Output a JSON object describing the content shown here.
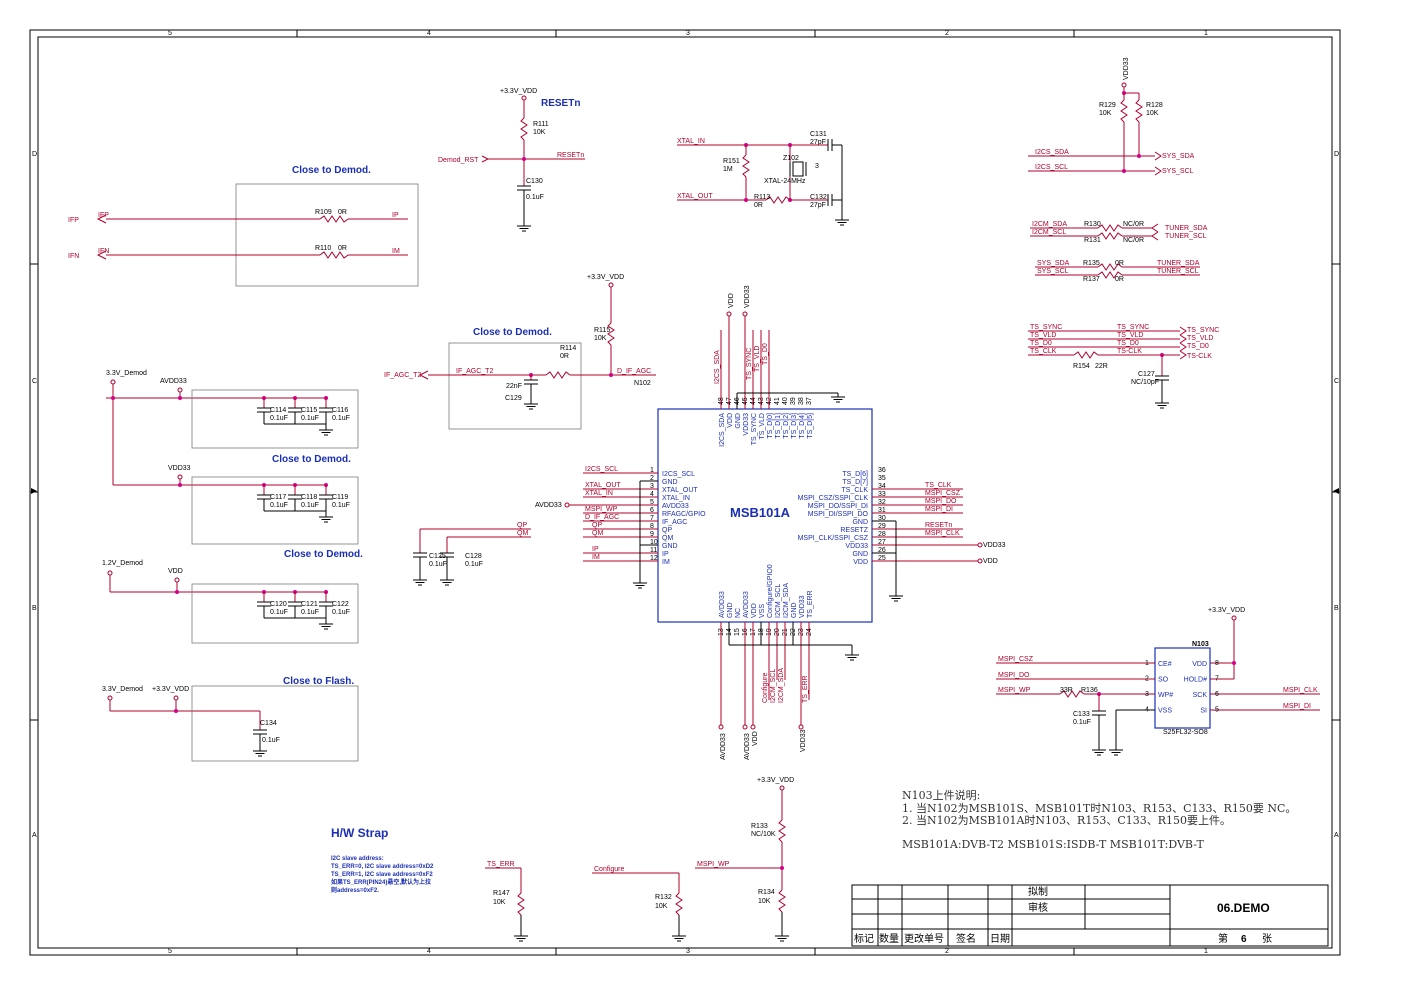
{
  "border": {
    "cols": [
      "5",
      "4",
      "3",
      "2",
      "1"
    ],
    "rows": [
      "D",
      "C",
      "B",
      "A"
    ]
  },
  "titles": {
    "reset": "RESETn",
    "close_demod_1": "Close to Demod.",
    "close_demod_2": "Close to Demod.",
    "close_demod_3": "Close to Demod.",
    "close_demod_4": "Close to Demod.",
    "close_demod_5": "Close to Demod.",
    "close_flash": "Close to Flash.",
    "hw_strap": "H/W Strap"
  },
  "hw_strap_notes": [
    "I2C slave address:",
    "TS_ERR=0, I2C slave address=0xD2",
    "TS_ERR=1, I2C slave address=0xF2",
    "如果TS_ERR(PIN24)悬空,默认为上拉",
    "则address=0xF2."
  ],
  "chip": {
    "name": "MSB101A",
    "ref": "N102",
    "top_pins": [
      {
        "num": "48",
        "name": "I2CS_SDA"
      },
      {
        "num": "47",
        "name": "VDD"
      },
      {
        "num": "46",
        "name": "GND"
      },
      {
        "num": "45",
        "name": "VDD33"
      },
      {
        "num": "44",
        "name": "TS_SYNC"
      },
      {
        "num": "43",
        "name": "TS_VLD"
      },
      {
        "num": "42",
        "name": "TS_D[0]"
      },
      {
        "num": "41",
        "name": "TS_D[1]"
      },
      {
        "num": "40",
        "name": "TS_D[2]"
      },
      {
        "num": "39",
        "name": "TS_D[3]"
      },
      {
        "num": "38",
        "name": "TS_D[4]"
      },
      {
        "num": "37",
        "name": "TS_D[5]"
      }
    ],
    "left_pins": [
      {
        "num": "1",
        "name": "I2CS_SCL"
      },
      {
        "num": "2",
        "name": "GND"
      },
      {
        "num": "3",
        "name": "XTAL_OUT"
      },
      {
        "num": "4",
        "name": "XTAL_IN"
      },
      {
        "num": "5",
        "name": "AVDD33"
      },
      {
        "num": "6",
        "name": "RFAGC/GPIO"
      },
      {
        "num": "7",
        "name": "IF_AGC"
      },
      {
        "num": "8",
        "name": "QP"
      },
      {
        "num": "9",
        "name": "QM"
      },
      {
        "num": "10",
        "name": "GND"
      },
      {
        "num": "11",
        "name": "IP"
      },
      {
        "num": "12",
        "name": "IM"
      }
    ],
    "right_pins": [
      {
        "num": "36",
        "name": "TS_D[6]"
      },
      {
        "num": "35",
        "name": "TS_D[7]"
      },
      {
        "num": "34",
        "name": "TS_CLK"
      },
      {
        "num": "33",
        "name": "MSPI_CSZ/SSPI_CLK"
      },
      {
        "num": "32",
        "name": "MSPI_DO/SSPI_DI"
      },
      {
        "num": "31",
        "name": "MSPI_DI/SSPI_DO"
      },
      {
        "num": "30",
        "name": "GND"
      },
      {
        "num": "29",
        "name": "RESETZ"
      },
      {
        "num": "28",
        "name": "MSPI_CLK/SSPI_CSZ"
      },
      {
        "num": "27",
        "name": "VDD33"
      },
      {
        "num": "26",
        "name": "GND"
      },
      {
        "num": "25",
        "name": "VDD"
      }
    ],
    "bottom_pins": [
      {
        "num": "13",
        "name": "AVDD33"
      },
      {
        "num": "14",
        "name": "GND"
      },
      {
        "num": "15",
        "name": "NC"
      },
      {
        "num": "16",
        "name": "AVDD33"
      },
      {
        "num": "17",
        "name": "VDD"
      },
      {
        "num": "18",
        "name": "VSS"
      },
      {
        "num": "19",
        "name": "Configure/GPIO0"
      },
      {
        "num": "20",
        "name": "I2CM_SCL"
      },
      {
        "num": "21",
        "name": "I2CM_SDA"
      },
      {
        "num": "22",
        "name": "GND"
      },
      {
        "num": "23",
        "name": "VDD33"
      },
      {
        "num": "24",
        "name": "TS_ERR"
      }
    ]
  },
  "left_nets": [
    "I2CS_SCL",
    "XTAL_OUT",
    "XTAL_IN",
    "MSPI_WP",
    "D_IF_AGC",
    "QP",
    "QM",
    "IP",
    "IM"
  ],
  "left_power": "AVDD33",
  "right_nets": [
    "TS_CLK",
    "MSPI_CSZ",
    "MSPI_DO",
    "MSPI_DI",
    "RESETn",
    "MSPI_CLK"
  ],
  "right_power": [
    "VDD33",
    "VDD"
  ],
  "top_nets": [
    "I2CS_SDA",
    "TS_SYNC",
    "TS_VLD",
    "TS_D0"
  ],
  "top_power": [
    "VDD",
    "VDD33"
  ],
  "bottom_nets": [
    "Configure",
    "I2CM_SCL",
    "I2CM_SDA",
    "TS_ERR"
  ],
  "bottom_power": [
    "AVDD33",
    "AVDD33",
    "VDD",
    "VDD33"
  ],
  "reset_block": {
    "pwr": "+3.3V_VDD",
    "r": "R111",
    "rv": "10K",
    "net_in": "Demod_RST",
    "net_out": "RESETn",
    "c": "C130",
    "cv": "0.1uF"
  },
  "if_block": {
    "ifp": "IFP",
    "ifn": "IFN",
    "r1": "R109",
    "r1v": "0R",
    "r2": "R110",
    "r2v": "0R",
    "ip": "IP",
    "im": "IM"
  },
  "xtal_block": {
    "in": "XTAL_IN",
    "out": "XTAL_OUT",
    "r151": "R151",
    "r151v": "1M",
    "z": "Z102",
    "pin3": "3",
    "zv": "XTAL-24MHz",
    "r113": "R113",
    "r113v": "0R",
    "c131": "C131",
    "c131v": "27pF",
    "c132": "C132",
    "c132v": "27pF"
  },
  "agc_block": {
    "pwr": "+3.3V_VDD",
    "r115": "R115",
    "r115v": "10K",
    "r114": "R114",
    "r114v": "0R",
    "out": "IF_AGC_T2",
    "net": "IF_AGC_T2",
    "d": "D_IF_AGC",
    "c": "C129",
    "cv": "22nF",
    "n": "N102"
  },
  "decoupling": {
    "p1": "3.3V_Demod",
    "n1": "AVDD33",
    "p2": "VDD33",
    "p3": "1.2V_Demod",
    "n3": "VDD",
    "p4": "3.3V_Demod",
    "n4": "+3.3V_VDD",
    "caps1": [
      {
        "r": "C114",
        "v": "0.1uF"
      },
      {
        "r": "C115",
        "v": "0.1uF"
      },
      {
        "r": "C116",
        "v": "0.1uF"
      }
    ],
    "caps2": [
      {
        "r": "C117",
        "v": "0.1uF"
      },
      {
        "r": "C118",
        "v": "0.1uF"
      },
      {
        "r": "C119",
        "v": "0.1uF"
      }
    ],
    "caps3": [
      {
        "r": "C120",
        "v": "0.1uF"
      },
      {
        "r": "C121",
        "v": "0.1uF"
      },
      {
        "r": "C122",
        "v": "0.1uF"
      }
    ],
    "cap4": {
      "r": "C134",
      "v": "0.1uF"
    }
  },
  "qcaps": {
    "c125": "C125",
    "c125v": "0.1uF",
    "c128": "C128",
    "c128v": "0.1uF"
  },
  "i2c_block": {
    "pwr": "VDD33",
    "r129": "R129",
    "r129v": "10K",
    "r128": "R128",
    "r128v": "10K",
    "sda": "I2CS_SDA",
    "scl": "I2CS_SCL",
    "sys_sda": "SYS_SDA",
    "sys_scl": "SYS_SCL"
  },
  "tuner_block": {
    "sda": "I2CM_SDA",
    "scl": "I2CM_SCL",
    "r130": "R130",
    "r130v": "NC/0R",
    "r131": "R131",
    "r131v": "NC/0R",
    "tsda": "TUNER_SDA",
    "tscl": "TUNER_SCL"
  },
  "sys_block": {
    "sda": "SYS_SDA",
    "scl": "SYS_SCL",
    "r135": "R135",
    "r135v": "0R",
    "r137": "R137",
    "r137v": "0R",
    "tsda": "TUNER_SDA",
    "tscl": "TUNER_SCL"
  },
  "ts_block": {
    "l": [
      "TS_SYNC",
      "TS_VLD",
      "TS_D0",
      "TS_CLK"
    ],
    "m": [
      "TS_SYNC",
      "TS_VLD",
      "TS_D0",
      "TS-CLK"
    ],
    "o": [
      "TS_SYNC",
      "TS_VLD",
      "TS_D0",
      "TS-CLK"
    ],
    "r154": "R154",
    "r154v": "22R",
    "c127": "C127",
    "c127v": "NC/10pF"
  },
  "flash": {
    "ref": "N103",
    "part": "S25FL32-SO8",
    "pwr": "+3.3V_VDD",
    "left": [
      {
        "num": "1",
        "name": "CE#"
      },
      {
        "num": "2",
        "name": "SO"
      },
      {
        "num": "3",
        "name": "WP#"
      },
      {
        "num": "4",
        "name": "VSS"
      }
    ],
    "right": [
      {
        "num": "8",
        "name": "VDD"
      },
      {
        "num": "7",
        "name": "HOLD#"
      },
      {
        "num": "6",
        "name": "SCK"
      },
      {
        "num": "5",
        "name": "SI"
      }
    ],
    "lnets": [
      "MSPI_CSZ",
      "MSPI_DO",
      "MSPI_WP"
    ],
    "rnets": [
      "MSPI_CLK",
      "MSPI_DI"
    ],
    "r136": "R136",
    "r136v": "33R",
    "c133": "C133",
    "c133v": "0.1uF"
  },
  "strap": {
    "pwr": "+3.3V_VDD",
    "r133": "R133",
    "r133v": "NC/10K",
    "r134": "R134",
    "r134v": "10K",
    "r132": "R132",
    "r132v": "10K",
    "r147": "R147",
    "r147v": "10K",
    "ts_err": "TS_ERR",
    "configure": "Configure",
    "mspi_wp": "MSPI_WP"
  },
  "notes_cn": {
    "title": "N103上件说明:",
    "l1": "1. 当N102为MSB101S、MSB101T时N103、R153、C133、R150要 NC。",
    "l2": "2. 当N102为MSB101A时N103、R153、C133、R150要上件。",
    "l3": "MSB101A:DVB-T2   MSB101S:ISDB-T   MSB101T:DVB-T"
  },
  "title_block": {
    "draw": "拟制",
    "check": "审核",
    "doc": "06.DEMO",
    "labels": [
      "标记",
      "数量",
      "更改单号",
      "签名",
      "日期"
    ],
    "sheet_pre": "第",
    "sheet_num": "6",
    "sheet_post": "张"
  }
}
